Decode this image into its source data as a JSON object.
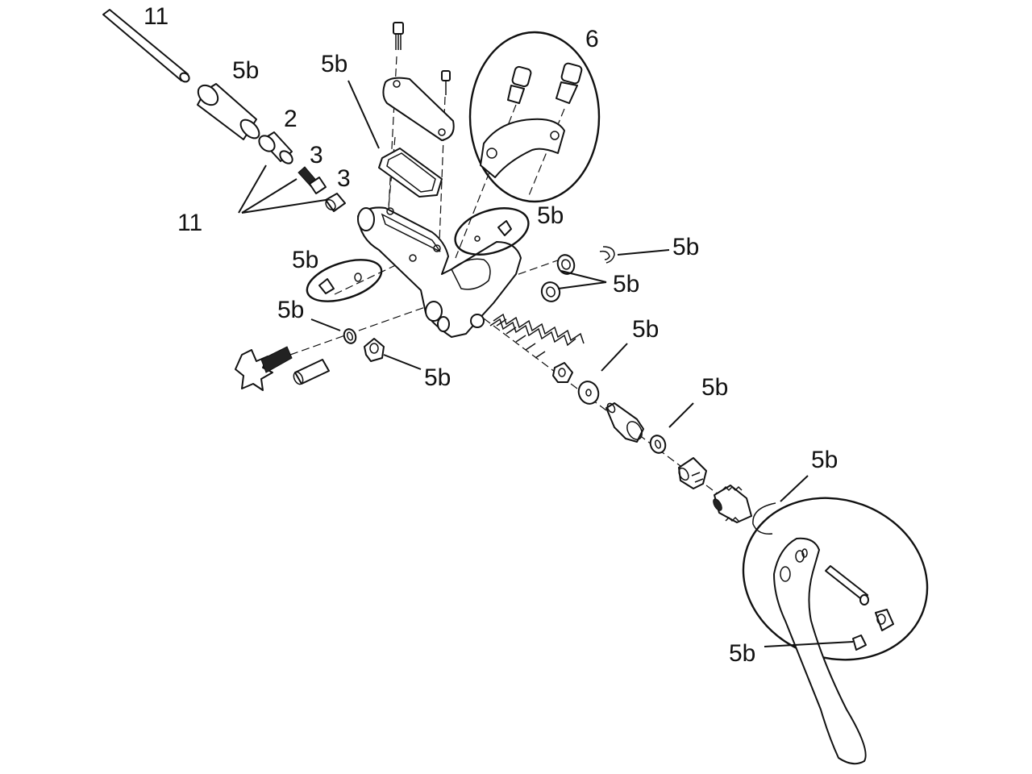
{
  "callouts": {
    "c11_top": "11",
    "c5b_cover": "5b",
    "c5b_diaphragm": "5b",
    "c2": "2",
    "c3_bolt": "3",
    "c3_nut": "3",
    "c11_left": "11",
    "c6_clamp": "6",
    "c5b_bleed_ring": "5b",
    "c5b_left_ring": "5b",
    "c5b_clip": "5b",
    "c5b_bushings": "5b",
    "c5b_oring_left": "5b",
    "c5b_nut_left": "5b",
    "c5b_piston_cup": "5b",
    "c5b_washer": "5b",
    "c5b_lever": "5b",
    "c5b_pin": "5b"
  }
}
